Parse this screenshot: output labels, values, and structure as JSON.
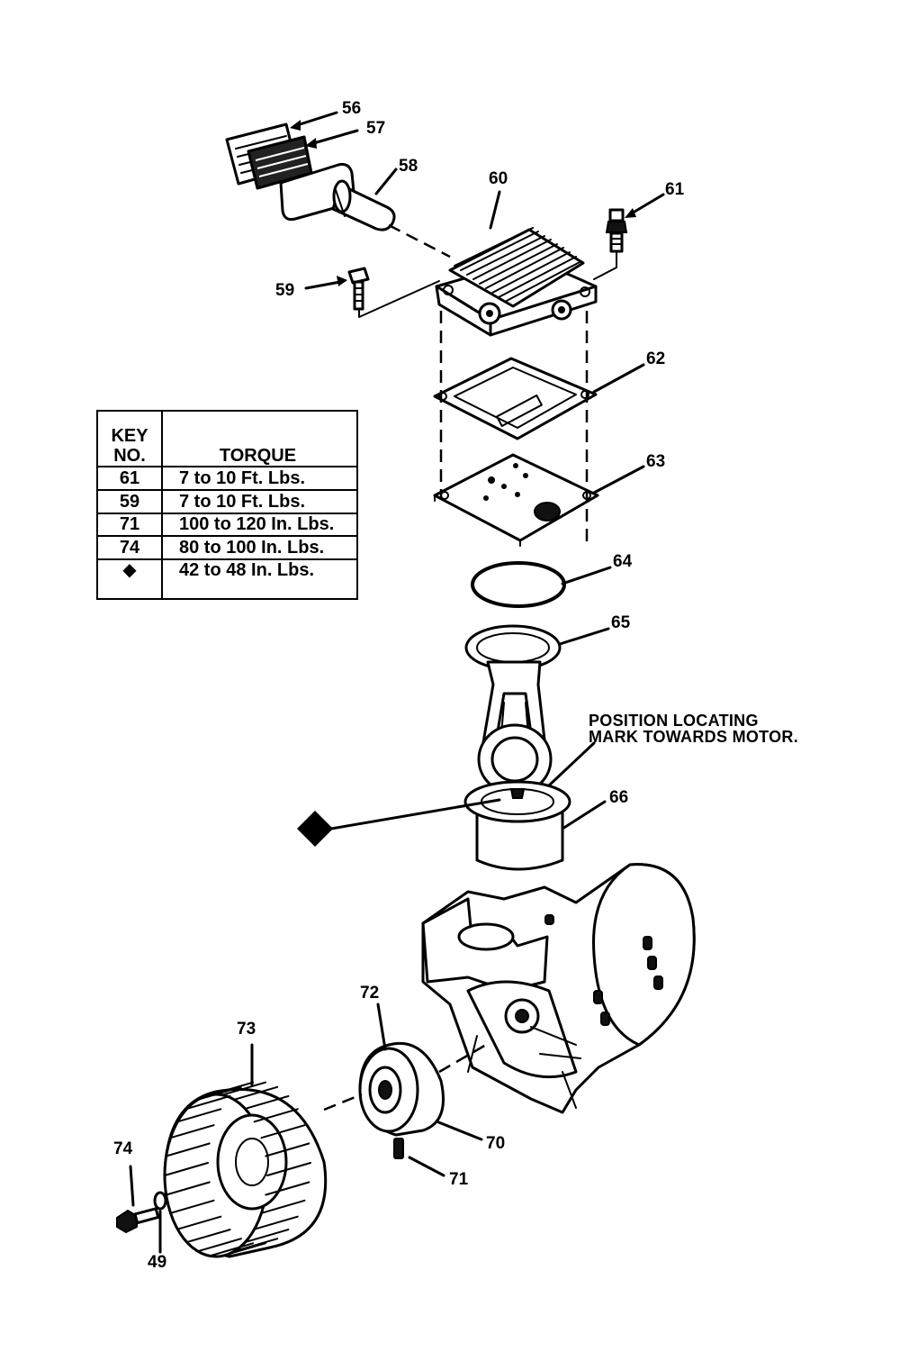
{
  "callouts": {
    "c56": "56",
    "c57": "57",
    "c58": "58",
    "c60": "60",
    "c61": "61",
    "c59": "59",
    "c62": "62",
    "c63": "63",
    "c64": "64",
    "c65": "65",
    "c66": "66",
    "c72": "72",
    "c73": "73",
    "c70": "70",
    "c71": "71",
    "c74": "74",
    "c49": "49"
  },
  "note": {
    "line1": "POSITION LOCATING",
    "line2": "MARK TOWARDS MOTOR."
  },
  "torque_table": {
    "header_key_line1": "KEY",
    "header_key_line2": "NO.",
    "header_torque": "TORQUE",
    "rows": [
      {
        "key": "61",
        "torque": "7 to 10 Ft. Lbs."
      },
      {
        "key": "59",
        "torque": "7 to 10 Ft. Lbs."
      },
      {
        "key": "71",
        "torque": "100 to 120 In. Lbs."
      },
      {
        "key": "74",
        "torque": "80 to 100 In. Lbs."
      },
      {
        "key": "◆",
        "torque": "42 to 48 In. Lbs."
      }
    ]
  }
}
